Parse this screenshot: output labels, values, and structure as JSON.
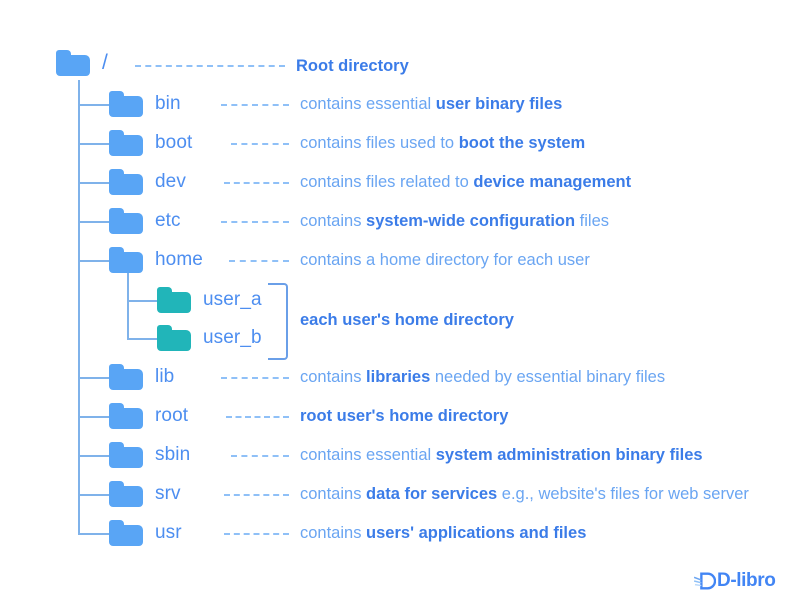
{
  "diagram": {
    "title": "Linux filesystem directory tree",
    "colors": {
      "folder_blue": "#59a5f5",
      "folder_teal": "#21b5b9",
      "label_blue": "#4d8ef0",
      "text_blue": "#6aa5f2",
      "bold_blue": "#3b7ce8",
      "line_blue": "#7fb2ea",
      "dot_blue": "#8fc0f7",
      "background": "#ffffff"
    },
    "root": {
      "name": "/",
      "icon": "folder-icon",
      "description_bold": "Root directory"
    },
    "nodes": [
      {
        "name": "bin",
        "icon": "folder-icon",
        "desc_parts": [
          {
            "text": "contains essential ",
            "bold": false
          },
          {
            "text": "user binary files",
            "bold": true
          }
        ]
      },
      {
        "name": "boot",
        "icon": "folder-icon",
        "desc_parts": [
          {
            "text": "contains files used to ",
            "bold": false
          },
          {
            "text": "boot the system",
            "bold": true
          }
        ]
      },
      {
        "name": "dev",
        "icon": "folder-icon",
        "desc_parts": [
          {
            "text": "contains files related to ",
            "bold": false
          },
          {
            "text": "device management",
            "bold": true
          }
        ]
      },
      {
        "name": "etc",
        "icon": "folder-icon",
        "desc_parts": [
          {
            "text": "contains ",
            "bold": false
          },
          {
            "text": "system-wide configuration",
            "bold": true
          },
          {
            "text": " files",
            "bold": false
          }
        ]
      },
      {
        "name": "home",
        "icon": "folder-icon",
        "desc_parts": [
          {
            "text": "contains a home directory for each user",
            "bold": false
          }
        ]
      },
      {
        "name": "lib",
        "icon": "folder-icon",
        "desc_parts": [
          {
            "text": "contains ",
            "bold": false
          },
          {
            "text": "libraries",
            "bold": true
          },
          {
            "text": " needed by essential binary files",
            "bold": false
          }
        ]
      },
      {
        "name": "root",
        "icon": "folder-icon",
        "desc_parts": [
          {
            "text": "root user's home directory",
            "bold": true
          }
        ]
      },
      {
        "name": "sbin",
        "icon": "folder-icon",
        "desc_parts": [
          {
            "text": "contains essential ",
            "bold": false
          },
          {
            "text": "system administration binary files",
            "bold": true
          }
        ]
      },
      {
        "name": "srv",
        "icon": "folder-icon",
        "desc_parts": [
          {
            "text": "contains ",
            "bold": false
          },
          {
            "text": "data for services",
            "bold": true
          },
          {
            "text": " e.g., website's files for web server",
            "bold": false
          }
        ]
      },
      {
        "name": "usr",
        "icon": "folder-icon",
        "desc_parts": [
          {
            "text": "contains ",
            "bold": false
          },
          {
            "text": "users' applications and files",
            "bold": true
          }
        ]
      }
    ],
    "home_children": [
      {
        "name": "user_a",
        "icon": "folder-icon"
      },
      {
        "name": "user_b",
        "icon": "folder-icon"
      }
    ],
    "home_children_note": "each user's home directory"
  },
  "logo": {
    "text": "D-libro",
    "mark": "d-libro-logo-icon"
  }
}
